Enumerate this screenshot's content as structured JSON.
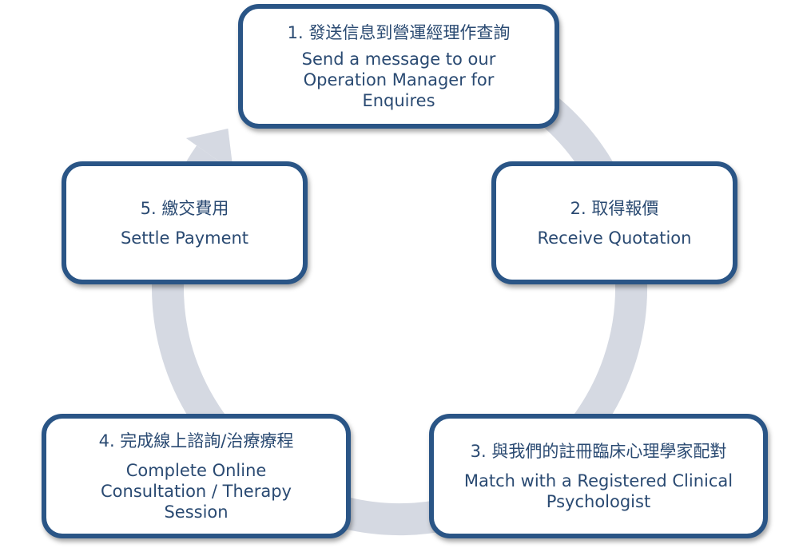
{
  "diagram": {
    "type": "cycle",
    "colors": {
      "box_border": "#2a5586",
      "text": "#2a4a72",
      "ring": "#d5d9e2"
    },
    "steps": [
      {
        "zh": "1. 發送信息到營運經理作查詢",
        "en": "Send a message to our Operation Manager for Enquires"
      },
      {
        "zh": "2.  取得報價",
        "en": "Receive Quotation"
      },
      {
        "zh": "3. 與我們的註冊臨床心理學家配對",
        "en": "Match with a Registered Clinical Psychologist"
      },
      {
        "zh": "4. 完成線上諮詢/治療療程",
        "en": "Complete Online Consultation / Therapy Session"
      },
      {
        "zh": "5. 繳交費用",
        "en": "Settle Payment"
      }
    ]
  }
}
